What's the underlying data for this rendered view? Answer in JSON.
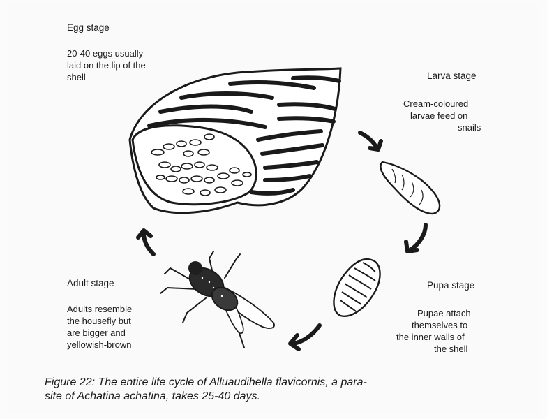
{
  "stages": {
    "egg": {
      "title": "Egg stage",
      "desc_lines": [
        "20-40 eggs usually",
        "laid on the lip of the",
        "shell"
      ]
    },
    "larva": {
      "title": "Larva stage",
      "desc_lines": [
        "Cream-coloured",
        "larvae feed on",
        "snails"
      ]
    },
    "pupa": {
      "title": "Pupa stage",
      "desc_lines": [
        "Pupae attach",
        "themselves to",
        "the inner walls of",
        "the shell"
      ]
    },
    "adult": {
      "title": "Adult stage",
      "desc_lines": [
        "Adults resemble",
        "the housefly but",
        "are bigger and",
        "yellowish-brown"
      ]
    }
  },
  "caption": {
    "line1": "Figure 22: The entire life cycle of Alluaudihella flavicornis, a para-",
    "line2": "site of Achatina achatina, takes 25-40 days."
  },
  "colors": {
    "ink": "#1a1a1a",
    "background": "#fafafa"
  }
}
